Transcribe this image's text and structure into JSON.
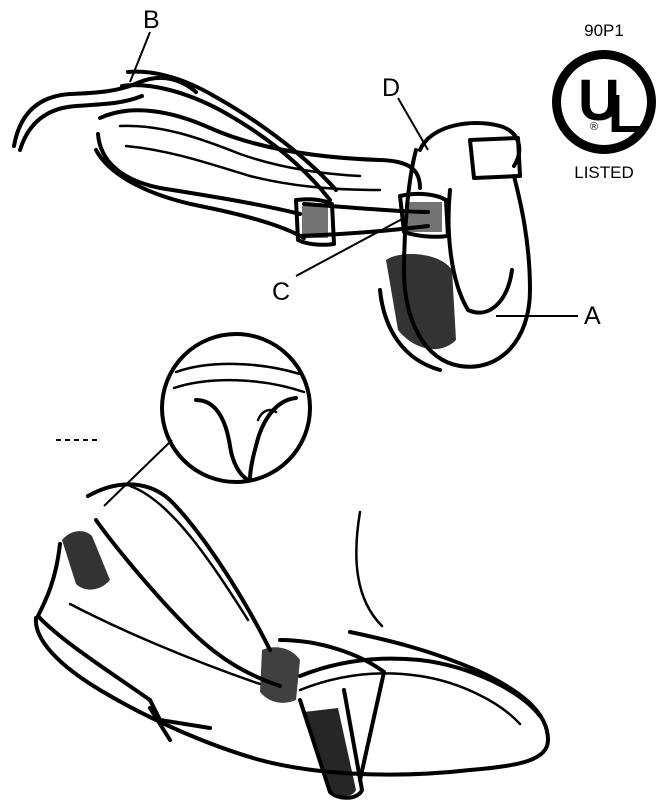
{
  "callouts": {
    "a": "A",
    "b": "B",
    "c": "C",
    "d": "D"
  },
  "certification": {
    "file_code": "90P1",
    "mark_u": "U",
    "mark_l": "L",
    "registered": "®",
    "status": "LISTED"
  }
}
